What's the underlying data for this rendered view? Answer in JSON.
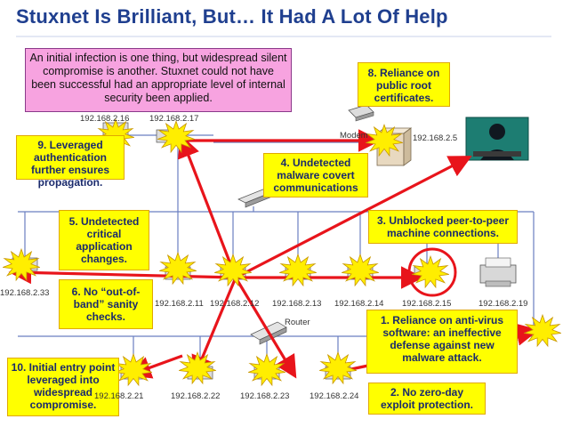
{
  "title": "Stuxnet Is Brilliant, But… It Had A Lot Of Help",
  "intro": "An initial infection is one thing, but widespread silent compromise is another.  Stuxnet could not have been successful had an appropriate level of internal security been applied.",
  "callouts": {
    "c1": "1. Reliance on anti-virus software: an ineffective defense against new malware attack.",
    "c2": "2. No zero-day exploit protection.",
    "c3": "3. Unblocked peer-to-peer machine connections.",
    "c4": "4. Undetected malware covert communications",
    "c5": "5. Undetected critical application changes.",
    "c6": "6. No “out-of-band” sanity checks.",
    "c8": "8. Reliance on public root certificates.",
    "c9": "9. Leveraged authentication further ensures propagation.",
    "c10": "10. Initial entry point leveraged into widespread compromise."
  },
  "labels": {
    "modem": "Modem",
    "router": "Router"
  },
  "ips": {
    "ip216": "192.168.2.16",
    "ip217": "192.168.2.17",
    "ip25": "192.168.2.5",
    "ip233": "192.168.2.33",
    "ip211": "192.168.2.11",
    "ip212": "192.168.2.12",
    "ip213": "192.168.2.13",
    "ip214": "192.168.2.14",
    "ip215": "192.168.2.15",
    "ip219": "192.168.2.19",
    "ip221": "192.168.2.21",
    "ip222": "192.168.2.22",
    "ip223": "192.168.2.23",
    "ip224": "192.168.2.24"
  },
  "colors": {
    "title": "#1f3f8f",
    "callout_fill": "#ffff00",
    "intro_fill": "#f7a3e0",
    "arrow": "#e8141b",
    "burst": "#ffee00",
    "network_line": "#6a7fc0"
  }
}
